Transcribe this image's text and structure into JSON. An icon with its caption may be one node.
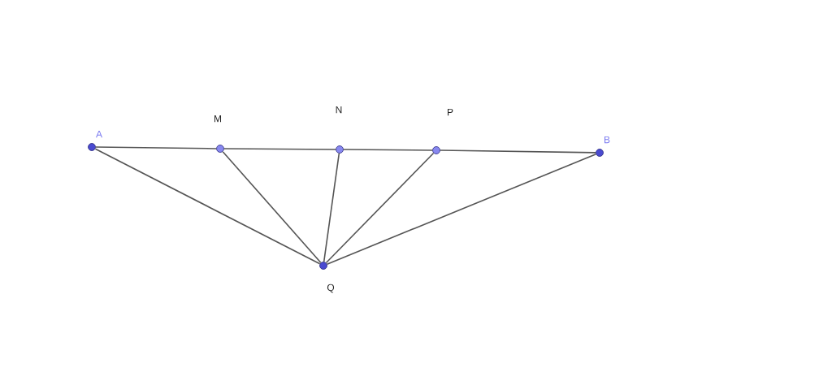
{
  "diagram": {
    "nodes": [
      {
        "text": [
          "A"
        ]
      },
      {
        "text": [
          "M"
        ]
      },
      {
        "text": [
          "N"
        ]
      },
      {
        "text": [
          "P"
        ]
      },
      {
        "text": [
          "B"
        ]
      },
      {
        "text": [
          "Q"
        ]
      }
    ],
    "edges": [
      {
        "from": 0,
        "to": 1,
        "arrow": "none"
      },
      {
        "from": 1,
        "to": 2,
        "arrow": "none"
      },
      {
        "from": 2,
        "to": 3,
        "arrow": "none"
      },
      {
        "from": 3,
        "to": 4,
        "arrow": "none"
      },
      {
        "from": 5,
        "to": 0,
        "arrow": "none"
      },
      {
        "from": 5,
        "to": 1,
        "arrow": "none"
      },
      {
        "from": 5,
        "to": 2,
        "arrow": "none"
      },
      {
        "from": 5,
        "to": 3,
        "arrow": "none"
      },
      {
        "from": 5,
        "to": 4,
        "arrow": "none"
      }
    ]
  }
}
